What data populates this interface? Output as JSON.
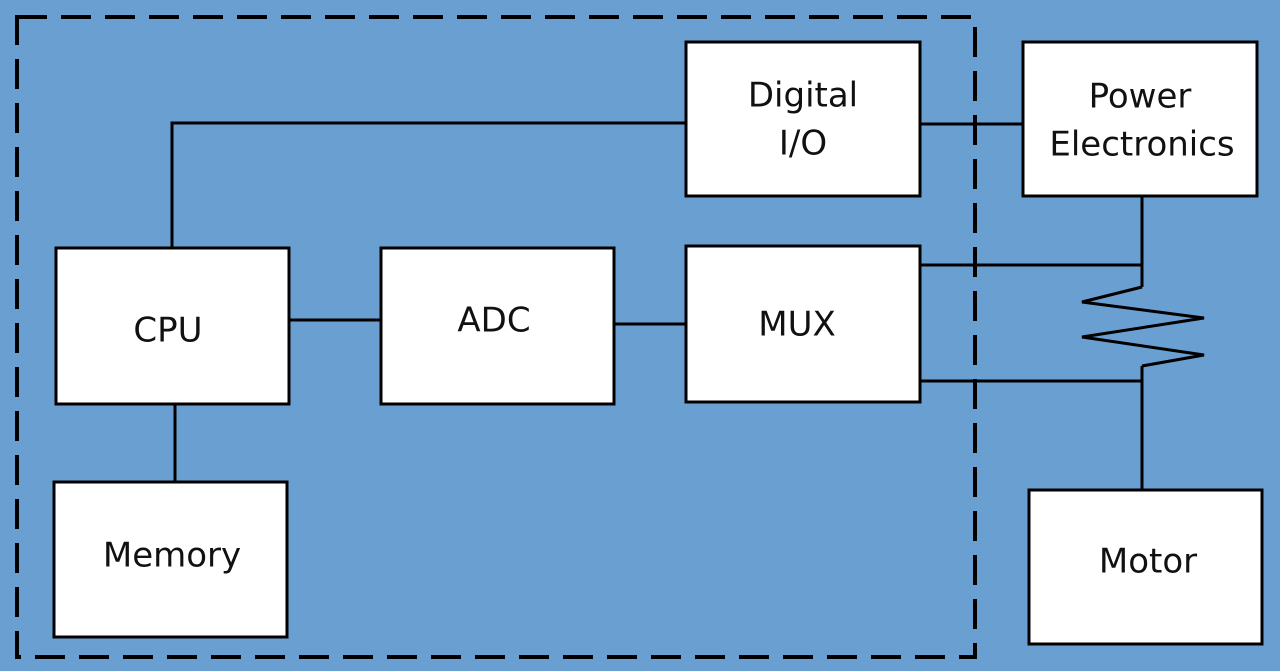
{
  "colors": {
    "background": "#6a9fd1",
    "box_fill": "#ffffff",
    "line": "#000000"
  },
  "blocks": {
    "digital_io": {
      "line1": "Digital",
      "line2": "I/O"
    },
    "power_electronics": {
      "line1": "Power",
      "line2": "Electronics"
    },
    "cpu": "CPU",
    "adc": "ADC",
    "mux": "MUX",
    "memory": "Memory",
    "motor": "Motor"
  }
}
